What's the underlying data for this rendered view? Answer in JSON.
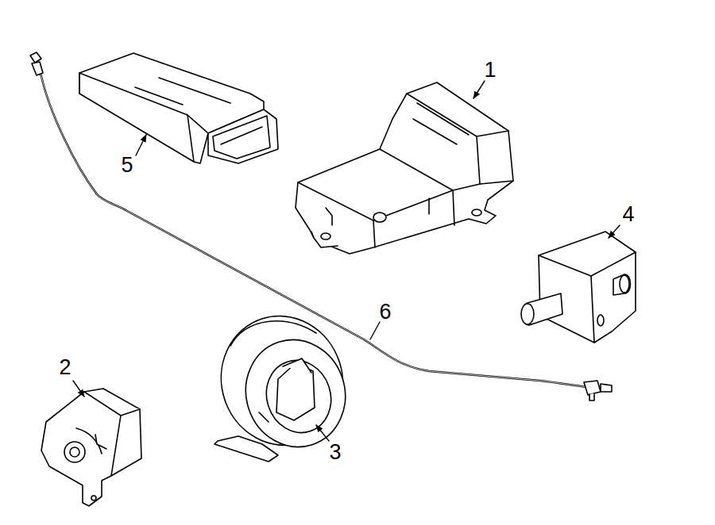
{
  "diagram": {
    "labels": [
      "1",
      "5",
      "4",
      "6",
      "2",
      "3"
    ]
  }
}
